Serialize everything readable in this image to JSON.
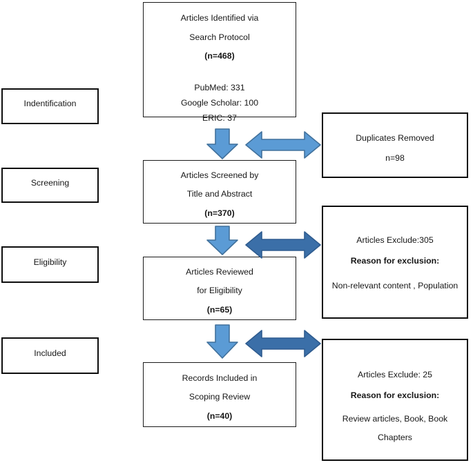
{
  "diagram": {
    "title": "PRISMA scoping review flow diagram",
    "colors": {
      "arrow_light_fill": "#5B9BD5",
      "arrow_light_stroke": "#41719C",
      "arrow_dark_fill": "#3B6FA8",
      "arrow_dark_stroke": "#2A5party",
      "box_border": "#0d0d0d",
      "background": "#ffffff"
    }
  },
  "stages": [
    {
      "label": "Indentification"
    },
    {
      "label": "Screening"
    },
    {
      "label": "Eligibility"
    },
    {
      "label": "Included"
    }
  ],
  "flow": [
    {
      "id": "identified",
      "lines": [
        {
          "text": "Articles Identified via",
          "bold": false
        },
        {
          "text": "Search Protocol",
          "bold": false
        },
        {
          "text": "(n=468)",
          "bold": true
        },
        {
          "text": "",
          "bold": false
        },
        {
          "text": "PubMed: 331",
          "bold": false
        },
        {
          "text": "Google Scholar: 100",
          "bold": false
        },
        {
          "text": "ERIC: 37",
          "bold": false
        }
      ]
    },
    {
      "id": "screened",
      "lines": [
        {
          "text": "Articles Screened by",
          "bold": false
        },
        {
          "text": "Title and Abstract",
          "bold": false
        },
        {
          "text": "(n=370)",
          "bold": true
        }
      ]
    },
    {
      "id": "reviewed",
      "lines": [
        {
          "text": "Articles Reviewed",
          "bold": false
        },
        {
          "text": "for Eligibility",
          "bold": false
        },
        {
          "text": "(n=65)",
          "bold": true
        }
      ]
    },
    {
      "id": "included",
      "lines": [
        {
          "text": "Records Included in",
          "bold": false
        },
        {
          "text": "Scoping Review",
          "bold": false
        },
        {
          "text": "(n=40)",
          "bold": true
        }
      ]
    }
  ],
  "exclusions": [
    {
      "id": "duplicates",
      "lines": [
        {
          "text": "Duplicates Removed",
          "bold": false
        },
        {
          "text": "n=98",
          "bold": false
        }
      ]
    },
    {
      "id": "screening-excluded",
      "lines": [
        {
          "text": "Articles Exclude:305",
          "bold": false
        },
        {
          "text": "Reason for exclusion:",
          "bold": true
        },
        {
          "text": "Non-relevant content , Population",
          "bold": false
        }
      ]
    },
    {
      "id": "eligibility-excluded",
      "lines": [
        {
          "text": "Articles Exclude: 25",
          "bold": false
        },
        {
          "text": "Reason for exclusion:",
          "bold": true
        },
        {
          "text": "Review articles, Book, Book",
          "bold": false
        },
        {
          "text": "Chapters",
          "bold": false
        }
      ]
    }
  ],
  "arrows": [
    {
      "id": "down-arrow-1",
      "direction": "down",
      "tone": "light"
    },
    {
      "id": "down-arrow-2",
      "direction": "down",
      "tone": "light"
    },
    {
      "id": "down-arrow-3",
      "direction": "down",
      "tone": "light"
    },
    {
      "id": "side-arrow-1",
      "direction": "double-horizontal",
      "tone": "light"
    },
    {
      "id": "side-arrow-2",
      "direction": "double-horizontal",
      "tone": "dark"
    },
    {
      "id": "side-arrow-3",
      "direction": "double-horizontal",
      "tone": "dark"
    }
  ]
}
